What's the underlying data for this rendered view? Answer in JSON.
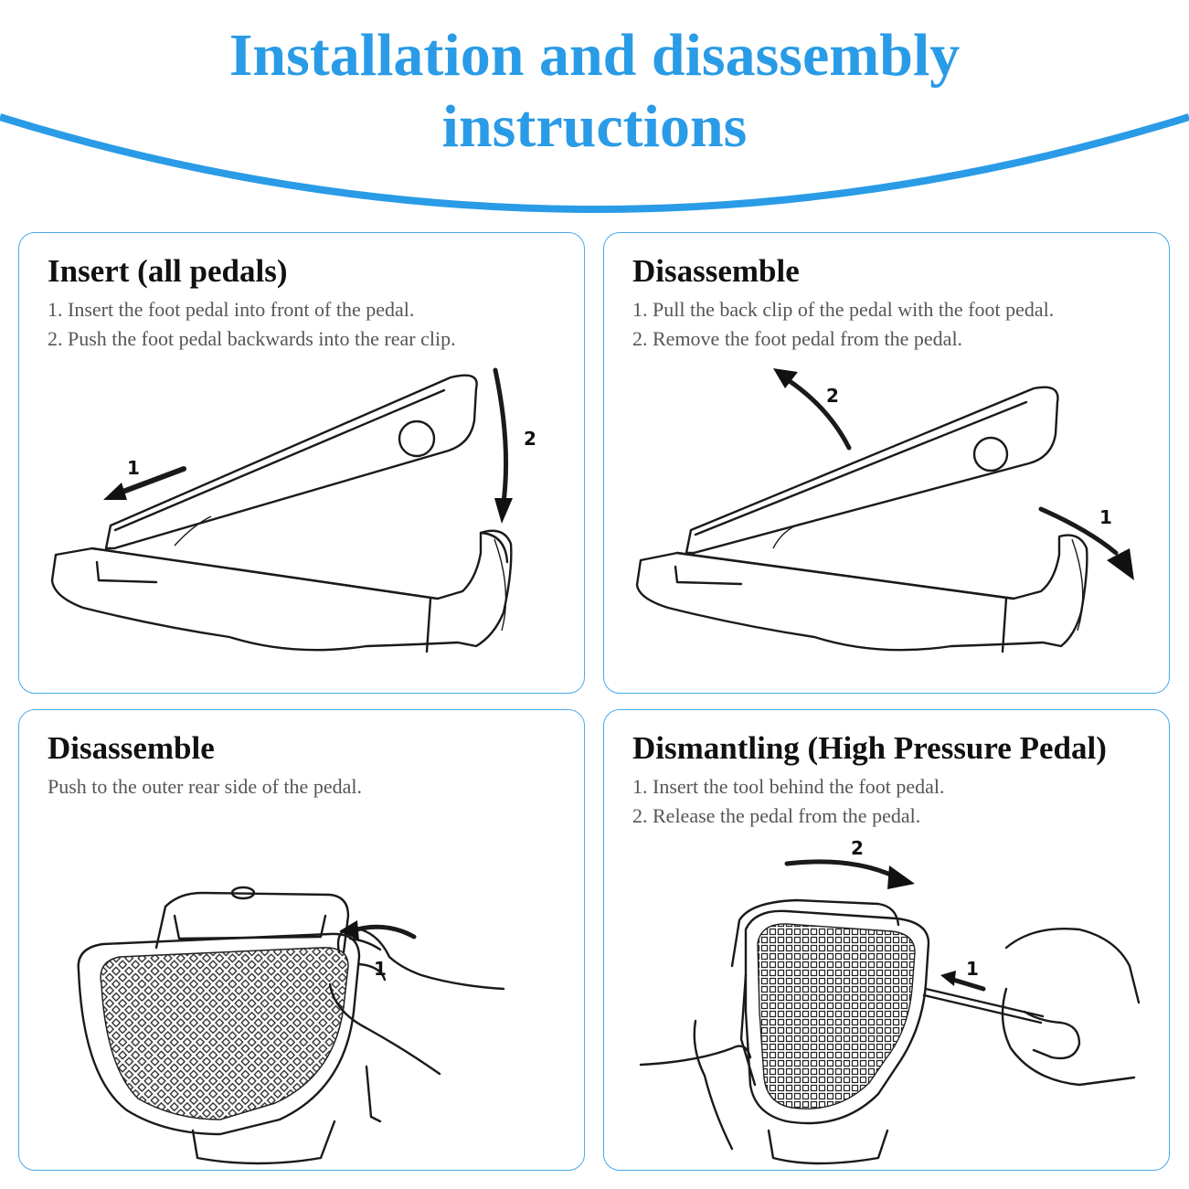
{
  "header": {
    "title_line1": "Installation and disassembly",
    "title_line2": "instructions",
    "accent_color": "#2a9be6"
  },
  "panels": [
    {
      "title": "Insert (all pedals)",
      "steps": [
        "1. Insert the foot pedal into front of the pedal.",
        "2. Push the foot pedal backwards into the rear clip."
      ],
      "arrow_labels": [
        "1",
        "2"
      ]
    },
    {
      "title": "Disassemble",
      "steps": [
        "1. Pull the back clip of the pedal with the foot pedal.",
        "2. Remove the foot pedal from the pedal."
      ],
      "arrow_labels": [
        "1",
        "2"
      ]
    },
    {
      "title": "Disassemble",
      "steps": [
        "Push to the outer rear side of the pedal."
      ],
      "arrow_labels": [
        "1"
      ]
    },
    {
      "title": "Dismantling (High Pressure Pedal)",
      "steps": [
        "1. Insert the tool behind the foot pedal.",
        "2. Release the pedal from the pedal."
      ],
      "arrow_labels": [
        "1",
        "2"
      ]
    }
  ]
}
